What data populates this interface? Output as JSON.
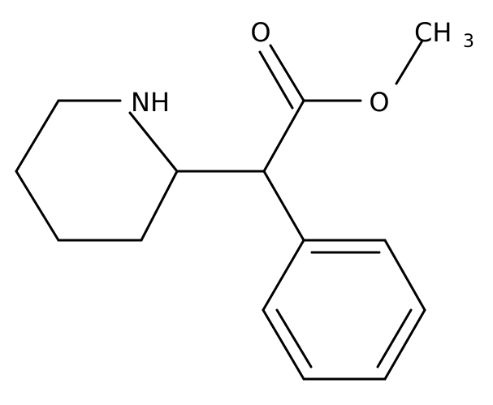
{
  "colors": {
    "bond": "#000000",
    "background": "#ffffff"
  },
  "atoms": {
    "nh": "NH",
    "o_carbonyl": "O",
    "o_ester": "O",
    "ch3_main": "CH",
    "ch3_sub": "3"
  }
}
